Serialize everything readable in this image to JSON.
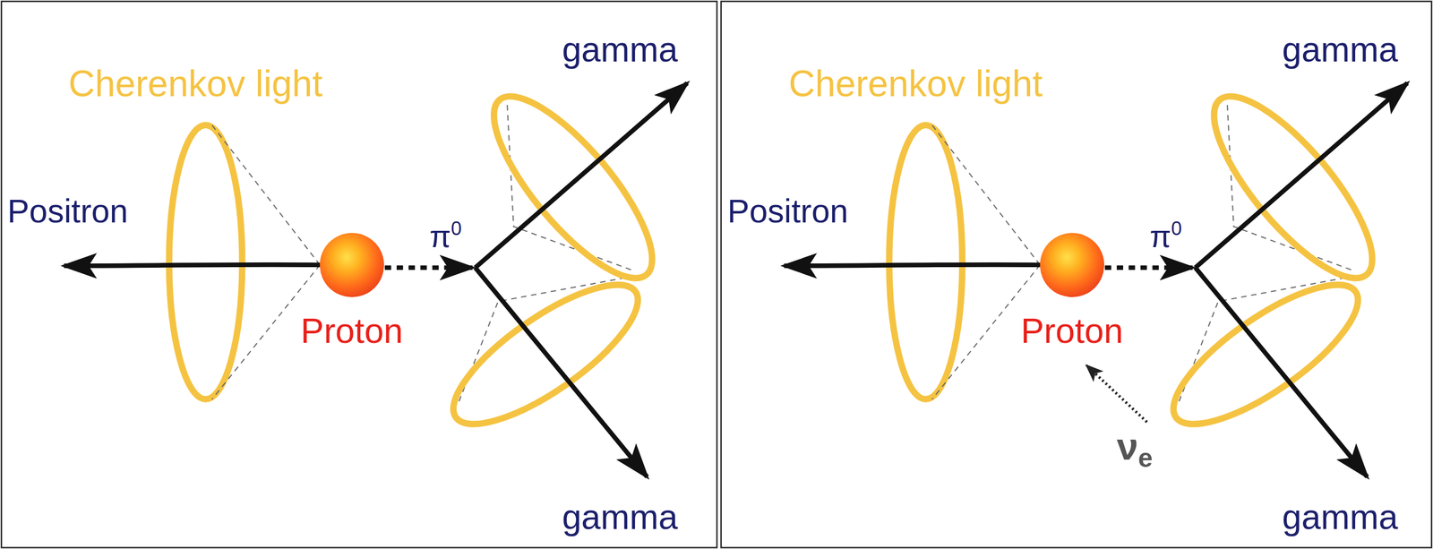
{
  "diagram": {
    "nodes": [
      {
        "text": [
          "Proton"
        ]
      },
      {
        "text": [
          "Proton"
        ]
      }
    ],
    "labels": [
      "Cherenkov light",
      "Positron",
      "π0",
      "gamma",
      "gamma",
      "Cherenkov light",
      "Positron",
      "π0",
      "gamma",
      "gamma",
      "νe"
    ]
  }
}
